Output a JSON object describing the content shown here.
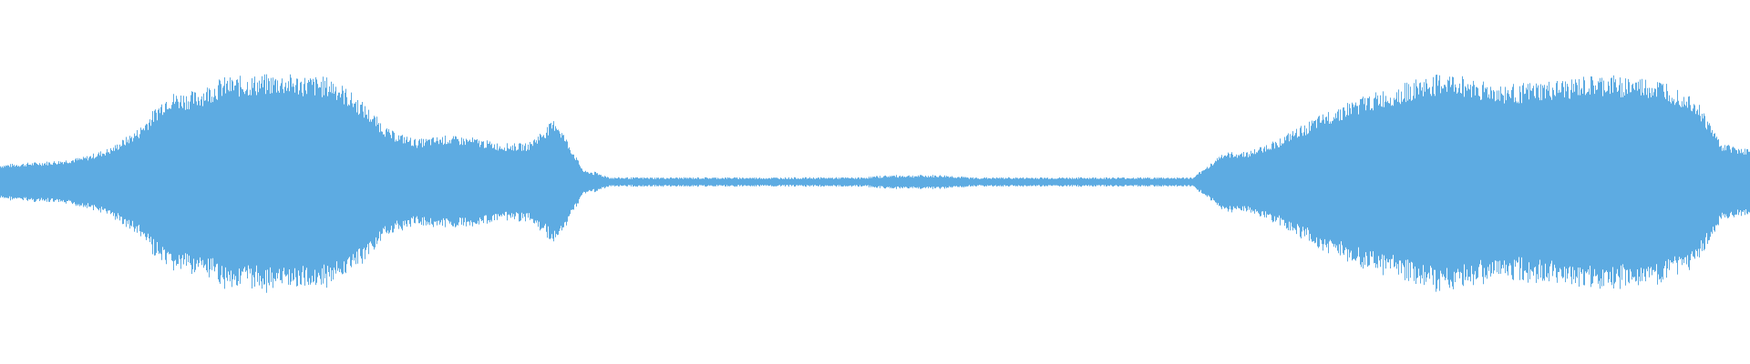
{
  "waveform": {
    "color": "#5DABE2",
    "background": "#FFFFFF",
    "peak_envelope": [
      0.09,
      0.1,
      0.11,
      0.13,
      0.18,
      0.28,
      0.46,
      0.47,
      0.54,
      0.55,
      0.56,
      0.55,
      0.54,
      0.42,
      0.27,
      0.22,
      0.24,
      0.23,
      0.2,
      0.2,
      0.33,
      0.06,
      0.02,
      0.02,
      0.02,
      0.02,
      0.02,
      0.02,
      0.02,
      0.02,
      0.02,
      0.02,
      0.03,
      0.03,
      0.03,
      0.02,
      0.02,
      0.02,
      0.02,
      0.02,
      0.02,
      0.02,
      0.02,
      0.02,
      0.15,
      0.16,
      0.22,
      0.3,
      0.38,
      0.44,
      0.48,
      0.53,
      0.56,
      0.54,
      0.5,
      0.51,
      0.52,
      0.54,
      0.55,
      0.54,
      0.52,
      0.45,
      0.2,
      0.17
    ]
  }
}
